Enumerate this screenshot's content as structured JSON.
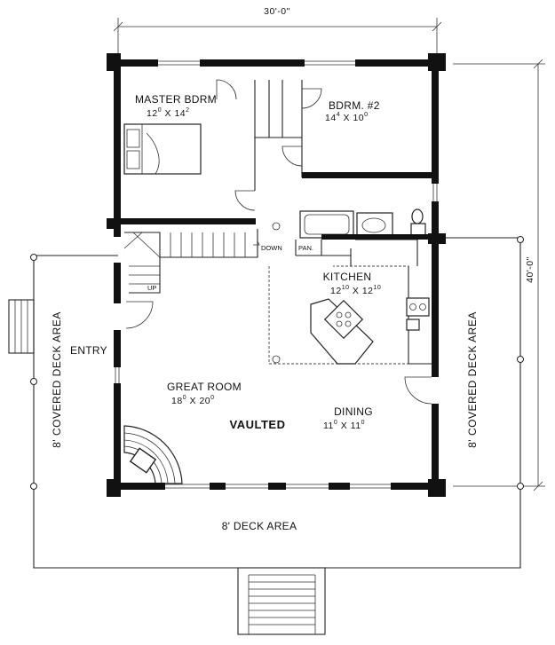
{
  "overall_dims": {
    "width": "30'-0\"",
    "depth": "40'-0\""
  },
  "rooms": {
    "master": {
      "name": "MASTER BDRM",
      "w": "12",
      "w_sup": "0",
      "d": "14",
      "d_sup": "2"
    },
    "bdrm2": {
      "name": "BDRM. #2",
      "w": "14",
      "w_sup": "4",
      "d": "10",
      "d_sup": "0"
    },
    "kitchen": {
      "name": "KITCHEN",
      "w": "12",
      "w_sup": "10",
      "d": "12",
      "d_sup": "10"
    },
    "great": {
      "name": "GREAT ROOM",
      "w": "18",
      "w_sup": "0",
      "d": "20",
      "d_sup": "0"
    },
    "dining": {
      "name": "DINING",
      "w": "11",
      "w_sup": "0",
      "d": "11",
      "d_sup": "0"
    }
  },
  "labels": {
    "vaulted": "VAULTED",
    "entry": "ENTRY",
    "down": "DOWN",
    "pantry": "PAN.",
    "up": "UP",
    "deck_bottom": "8' DECK AREA",
    "deck_left": "8' COVERED DECK AREA",
    "deck_right": "8' COVERED DECK AREA",
    "times": "X"
  },
  "colors": {
    "wall": "#111111",
    "line": "#222222",
    "paper": "#ffffff"
  }
}
